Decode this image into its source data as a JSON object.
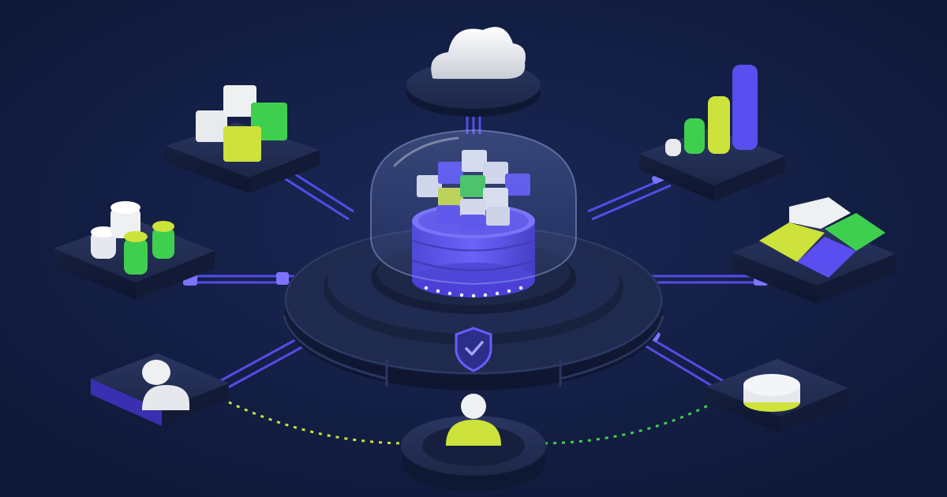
{
  "scene": {
    "hub": "central-database",
    "nodes": [
      "cloud",
      "cubes",
      "bar-chart",
      "cylinders",
      "puzzle",
      "user",
      "disk",
      "person"
    ],
    "colors": {
      "background": "#101b3d",
      "platform": "#1c2748",
      "accent_purple": "#5a4ef0",
      "accent_lime": "#cde23a",
      "accent_green": "#3fcf4e",
      "light": "#eef0f2"
    },
    "icons": {
      "center": "shield-check-icon",
      "bottom": "user-icon"
    }
  }
}
